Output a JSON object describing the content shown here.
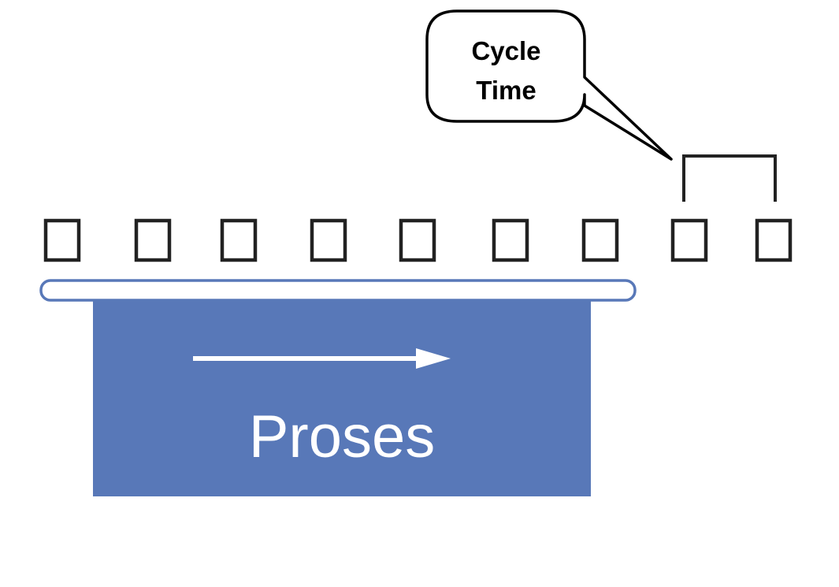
{
  "callout": {
    "line1": "Cycle",
    "line2": "Time"
  },
  "process": {
    "label": "Proses"
  },
  "items": {
    "count": 9
  },
  "colors": {
    "process_fill": "#5878b8",
    "conveyor_stroke": "#5878b8",
    "item_stroke": "#222222",
    "outline": "#000000",
    "background": "#ffffff"
  }
}
